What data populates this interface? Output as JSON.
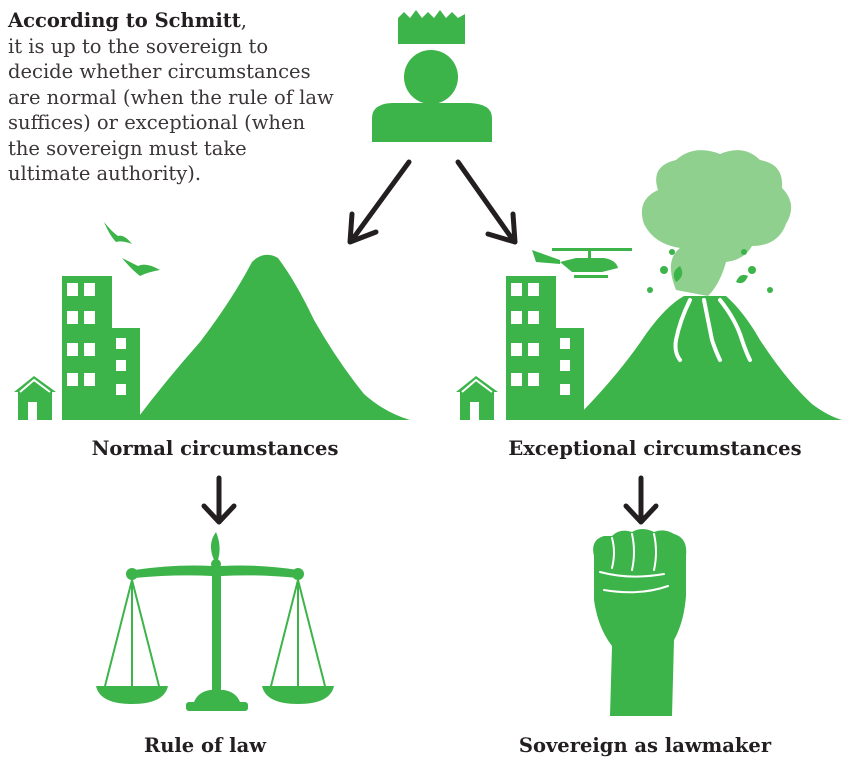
{
  "intro": {
    "heading": "According to Schmitt",
    "heading_suffix": ",",
    "lines": [
      "it is up to the sovereign to",
      "decide whether circumstances",
      "are normal (when the rule of law",
      "suffices) or exceptional (when",
      "the sovereign must take",
      "ultimate authority)."
    ]
  },
  "labels": {
    "normal": "Normal circumstances",
    "exceptional": "Exceptional circumstances",
    "rule": "Rule of law",
    "sovereign": "Sovereign as lawmaker"
  },
  "colors": {
    "green": "#3cb44a",
    "light_green": "#8fd08f",
    "arrow": "#231f20",
    "white": "#ffffff"
  },
  "icons": [
    "sovereign-crown-icon",
    "sovereign-figure-icon",
    "city-mountain-icon",
    "city-volcano-icon",
    "scales-icon",
    "fist-icon",
    "helicopter-icon",
    "bird-icon",
    "house-icon"
  ]
}
